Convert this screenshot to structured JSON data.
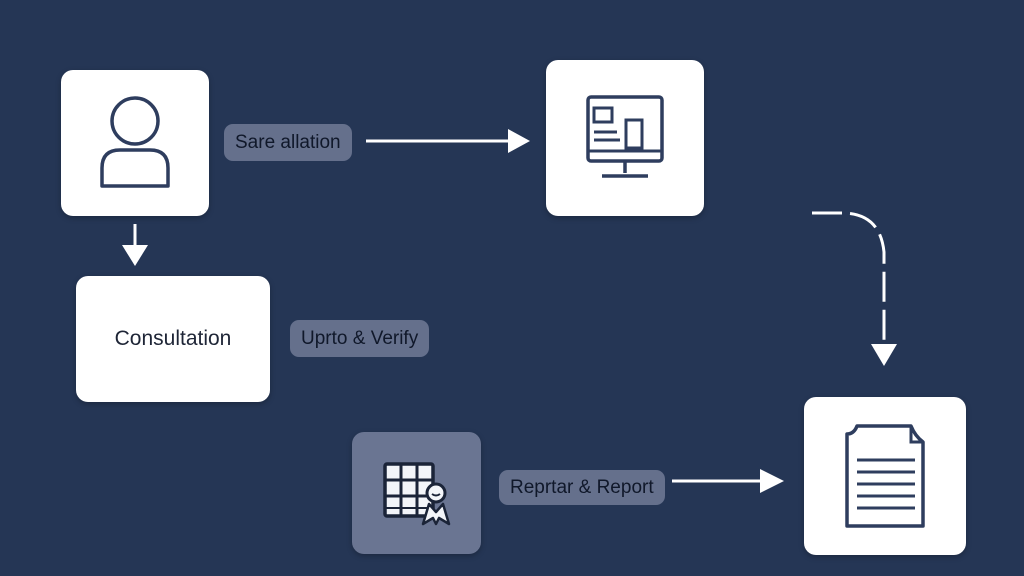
{
  "diagram": {
    "nodes": {
      "user": {
        "icon": "user-icon"
      },
      "consultation": {
        "label": "Consultation"
      },
      "monitor": {
        "icon": "monitor-dashboard-icon"
      },
      "document": {
        "icon": "document-icon"
      },
      "calendar": {
        "icon": "calendar-person-icon"
      }
    },
    "edge_labels": {
      "top": "Sare allation",
      "middle": "Uprto & Verify",
      "bottom": "Reprtar & Report"
    }
  },
  "colors": {
    "background": "#253655",
    "node_fill": "#ffffff",
    "node_muted_fill": "#6a7592",
    "label_pill": "#65708c",
    "connector": "#ffffff",
    "icon_stroke": "#2e3d5e"
  }
}
